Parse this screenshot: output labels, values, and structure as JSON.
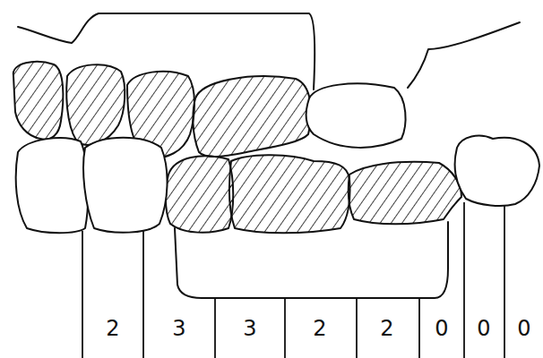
{
  "diagram": {
    "labels": [
      "2",
      "3",
      "3",
      "2",
      "2",
      "0",
      "0",
      "0"
    ]
  }
}
